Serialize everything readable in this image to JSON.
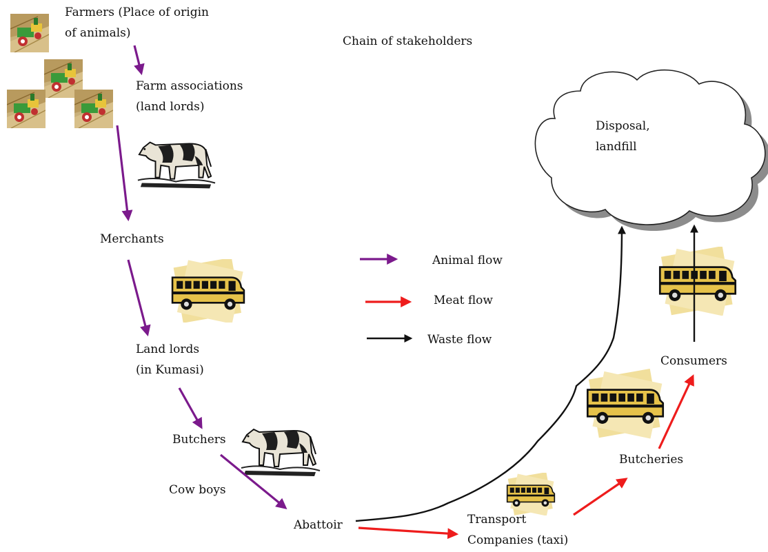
{
  "title": "Chain of stakeholders",
  "nodes": {
    "farmers": [
      "Farmers (Place of origin",
      "of animals)"
    ],
    "farm_associations": [
      "Farm associations",
      "(land lords)"
    ],
    "merchants": "Merchants",
    "land_lords": [
      "Land lords",
      "(in Kumasi)"
    ],
    "butchers": "Butchers",
    "cow_boys": "Cow boys",
    "abattoir": "Abattoir",
    "transport": [
      "Transport",
      "Companies (taxi)"
    ],
    "butcheries": "Butcheries",
    "consumers": "Consumers",
    "disposal": [
      "Disposal,",
      "landfill"
    ]
  },
  "legend": {
    "animal_flow": "Animal flow",
    "meat_flow": "Meat flow",
    "waste_flow": "Waste flow"
  },
  "colors": {
    "animal_flow": "#7b1a8c",
    "meat_flow": "#ee1c1c",
    "waste_flow": "#111111",
    "bus_yellow": "#e6c24a",
    "sticky_note": "#f4e2a4"
  }
}
